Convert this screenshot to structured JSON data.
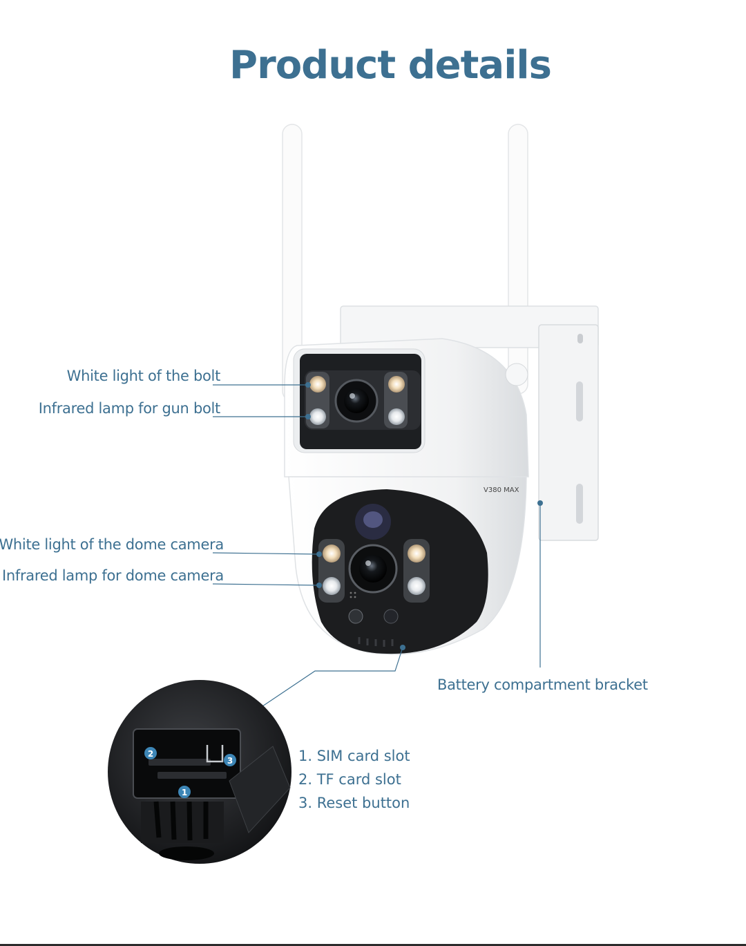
{
  "title": "Product details",
  "callouts": {
    "bolt_white_light": "White light of the bolt",
    "bolt_infrared": "Infrared lamp for gun bolt",
    "dome_white_light": "White light of the dome camera",
    "dome_infrared": "Infrared lamp for dome camera",
    "battery_bracket": "Battery compartment bracket"
  },
  "slots": [
    "1. SIM card slot",
    "2. TF card slot",
    "3. Reset button"
  ],
  "model_text": "V380 MAX",
  "slot_markers": [
    "1",
    "2",
    "3"
  ],
  "colors": {
    "accent": "#3d7091",
    "body": "#f4f5f6",
    "dark": "#1c1d1f"
  }
}
